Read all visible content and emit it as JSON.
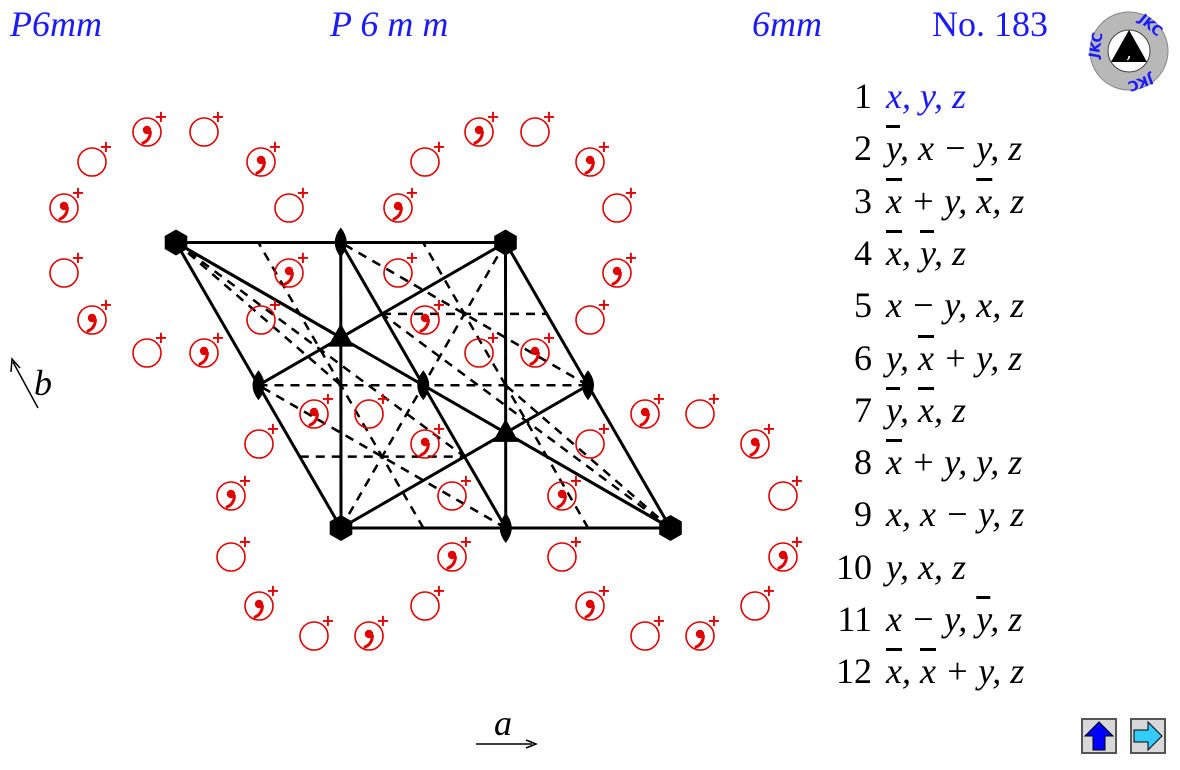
{
  "header": {
    "symbol_short": "P6mm",
    "symbol_full": "P 6 m m",
    "point_group": "6mm",
    "number_label": "No. 183"
  },
  "logo": {
    "text": "JKC"
  },
  "axes": {
    "a": "a",
    "b": "b"
  },
  "general_positions": [
    {
      "num": "1",
      "expr": "x, y, z"
    },
    {
      "num": "2",
      "expr": "ȳ, x − y, z"
    },
    {
      "num": "3",
      "expr": "x̄ + y, x̄, z"
    },
    {
      "num": "4",
      "expr": "x̄, ȳ, z"
    },
    {
      "num": "5",
      "expr": "x − y, x, z"
    },
    {
      "num": "6",
      "expr": "y, x̄ + y, z"
    },
    {
      "num": "7",
      "expr": "ȳ, x̄, z"
    },
    {
      "num": "8",
      "expr": "x̄ + y, y, z"
    },
    {
      "num": "9",
      "expr": "x, x − y, z"
    },
    {
      "num": "10",
      "expr": "y, x, z"
    },
    {
      "num": "11",
      "expr": "x − y, ȳ, z"
    },
    {
      "num": "12",
      "expr": "x̄, x̄ + y, z"
    }
  ],
  "general_positions_markup": [
    "x, y, z",
    "<span class='ov'>y</span>, x − y, z",
    "<span class='ov'>x</span> + y, <span class='ov'>x</span>, z",
    "<span class='ov'>x</span>, <span class='ov'>y</span>, z",
    "x − y, x, z",
    "y, <span class='ov'>x</span> + y, z",
    "<span class='ov'>y</span>, <span class='ov'>x</span>, z",
    "<span class='ov'>x</span> + y, y, z",
    "x, x − y, z",
    "y, x, z",
    "x − y, <span class='ov'>y</span>, z",
    "<span class='ov'>x</span>, <span class='ov'>x</span> + y, z"
  ],
  "marker_label": "+",
  "colors": {
    "header": "#1a1aff",
    "markers": "#e00000",
    "lines": "#000000",
    "nav_up": "#0000ff",
    "nav_next": "#33ccff"
  },
  "nav": {
    "up": "up-arrow-icon",
    "next": "right-arrow-icon"
  }
}
